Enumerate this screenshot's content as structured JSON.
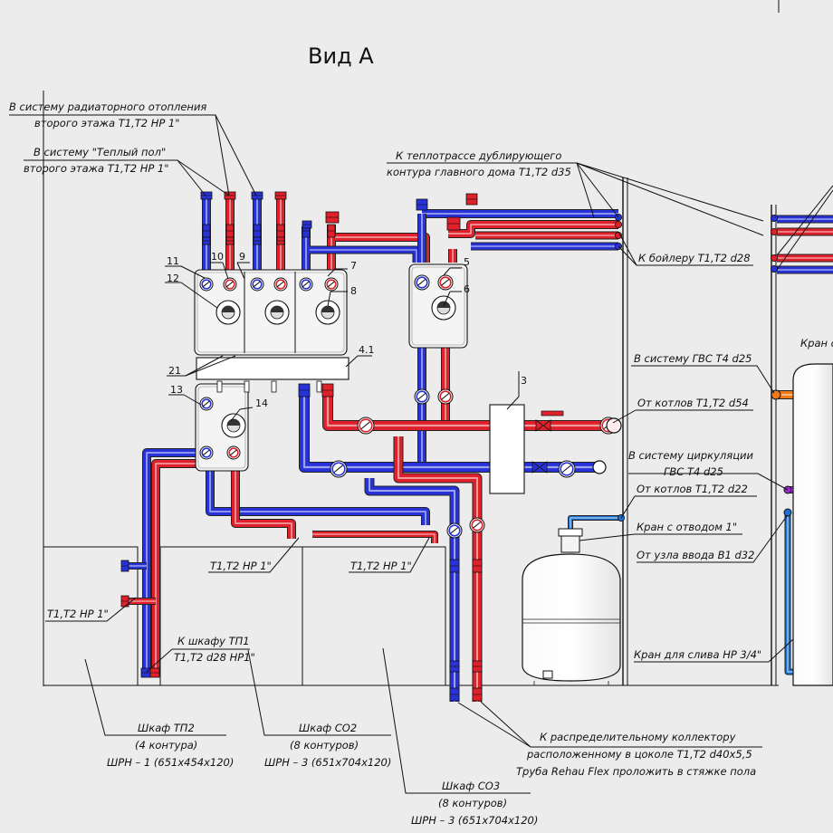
{
  "title": "Вид А",
  "labels": {
    "radiator_1": "В систему радиаторного отопления",
    "radiator_2": "второго этажа Т1,Т2  НР 1\"",
    "floor_1": "В систему \"Теплый пол\"",
    "floor_2": "второго этажа Т1,Т2  НР 1\"",
    "heatmain_1": "К теплотрассе дублирующего",
    "heatmain_2": "контура главного дома Т1,Т2 d35",
    "boiler": "К бойлеру Т1,Т2 d28",
    "kran_right": "Кран с",
    "gvs": "В систему ГВС Т4 d25",
    "from_boilers_54": "От котлов Т1,Т2 d54",
    "circ_1": "В систему циркуляции",
    "circ_2": "ГВС Т4 d25",
    "from_boilers_22": "От котлов Т1,Т2 d22",
    "tap_outlet": "Кран с отводом 1\"",
    "input_node": "От узла ввода В1 d32",
    "drain_tap": "Кран для слива НР 3/4\"",
    "t1t2_a": "Т1,Т2 НР 1\"",
    "t1t2_b": "Т1,Т2 НР 1\"",
    "t1t2_c": "Т1,Т2 НР 1\"",
    "to_tp1_1": "К шкафу ТП1",
    "to_tp1_2": "Т1,Т2 d28 НР1\"",
    "cab_tp2_1": "Шкаф ТП2",
    "cab_tp2_2": "(4 контура)",
    "cab_tp2_3": "ШРН – 1 (651х454х120)",
    "cab_co2_1": "Шкаф СО2",
    "cab_co2_2": "(8 контуров)",
    "cab_co2_3": "ШРН – 3 (651х704х120)",
    "cab_co3_1": "Шкаф СО3",
    "cab_co3_2": "(8 контуров)",
    "cab_co3_3": "ШРН – 3 (651х704х120)",
    "dist_1": "К распределительному коллектору",
    "dist_2": "расположенному в цоколе Т1,Т2 d40х5,5",
    "dist_3": "Труба Rehau Flex проложить в стяжке пола"
  },
  "numbers": {
    "n3": "3",
    "n4_1": "4.1",
    "n5": "5",
    "n6": "6",
    "n7": "7",
    "n8": "8",
    "n9": "9",
    "n10": "10",
    "n11": "11",
    "n12": "12",
    "n13": "13",
    "n14": "14",
    "n21": "21"
  },
  "colors": {
    "supply": "#e0202a",
    "return": "#2733d8",
    "hot_water": "#f07a18",
    "circulation": "#9a2ccc",
    "cold_water": "#1a6fd0",
    "lines": "#111111",
    "background": "#ececec"
  }
}
